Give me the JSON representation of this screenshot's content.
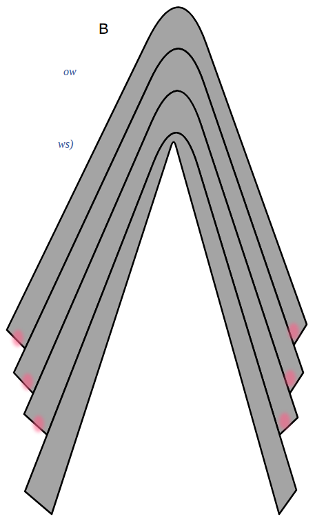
{
  "diagram": {
    "labels": [
      "B",
      "ow",
      "ws)"
    ]
  }
}
